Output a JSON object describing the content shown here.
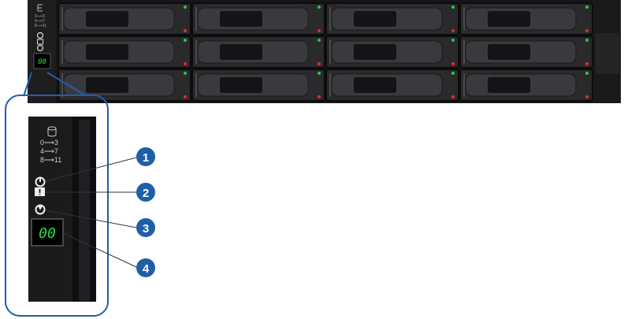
{
  "enclosure": {
    "bay_rows": 3,
    "bay_columns": 4,
    "panel_mapping": [
      "0⟶3",
      "4⟶7",
      "8⟶11"
    ],
    "display_digits": "00"
  },
  "callouts": [
    {
      "number": "1",
      "target": "power-led"
    },
    {
      "number": "2",
      "target": "fault-led"
    },
    {
      "number": "3",
      "target": "identify-led"
    },
    {
      "number": "4",
      "target": "unit-id-display"
    }
  ],
  "colors": {
    "callout_blue": "#1f5fa8",
    "display_green": "#22dd44",
    "led_green": "#22cc44",
    "led_red": "#e03020",
    "chassis": "#1c1c1e"
  }
}
